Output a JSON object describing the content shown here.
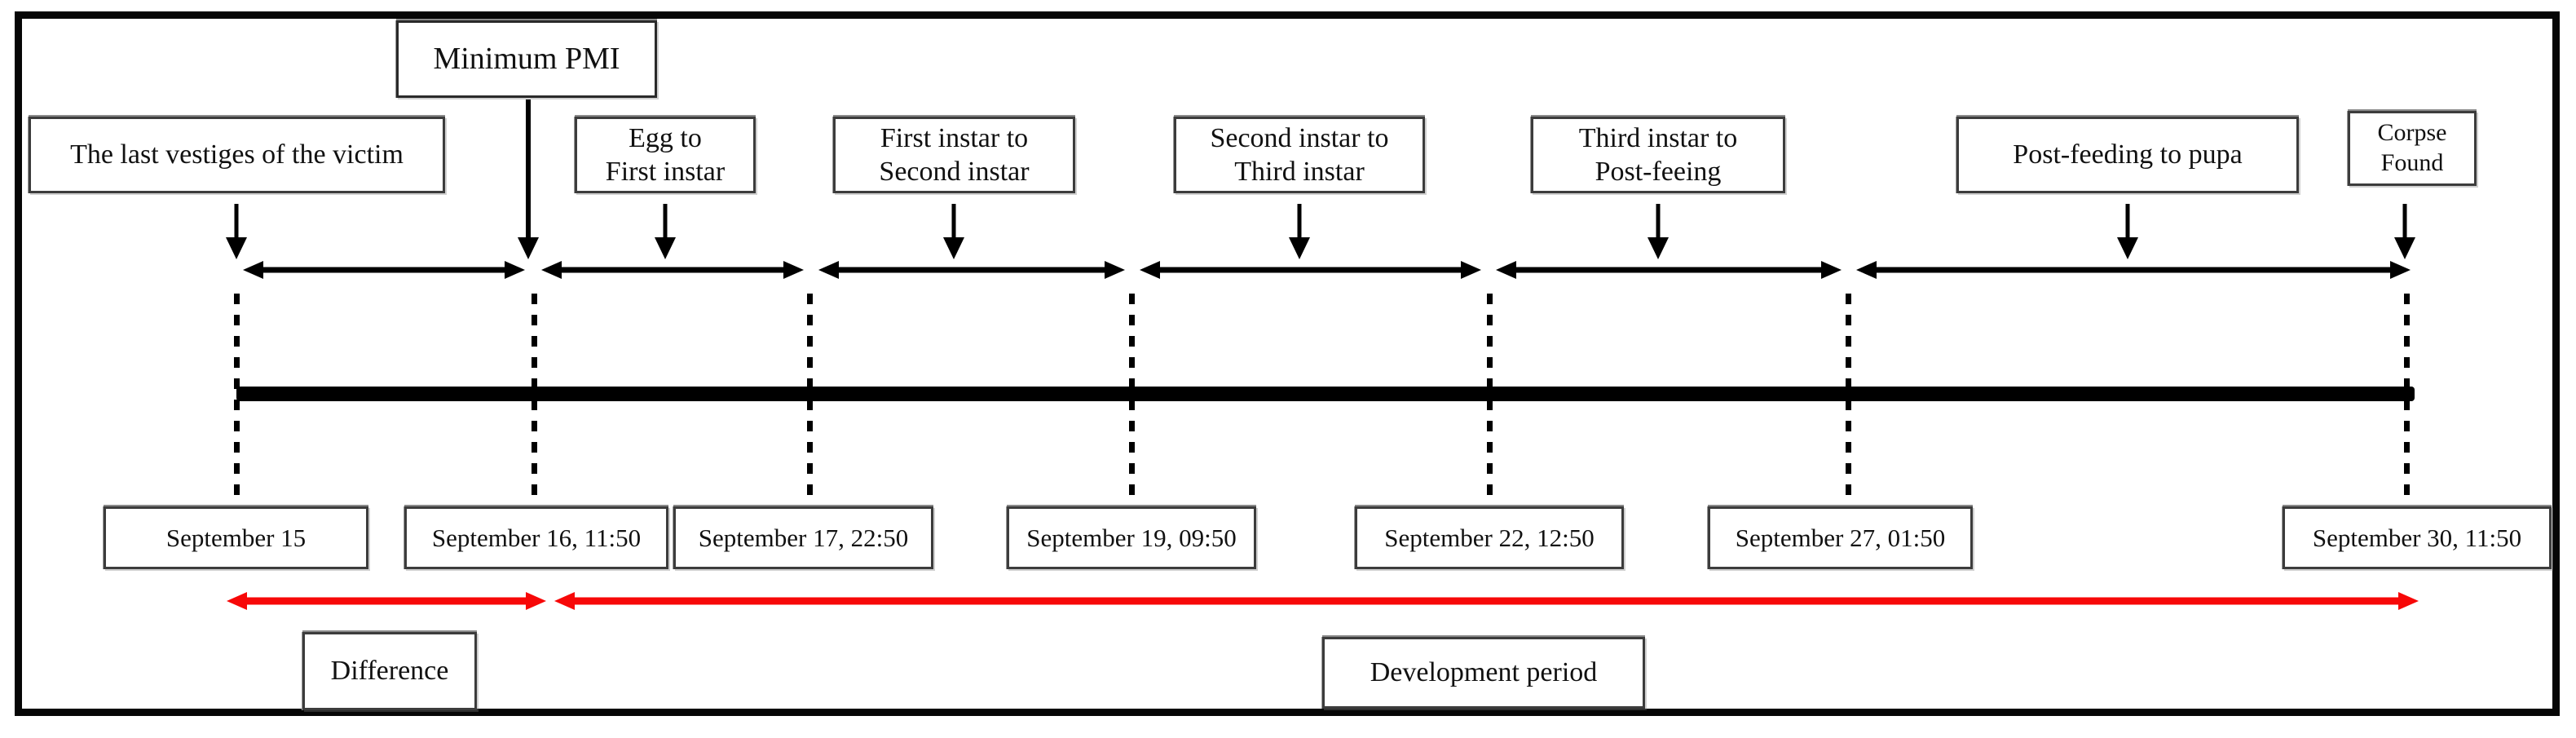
{
  "figure": {
    "type": "pmi-timeline-diagram",
    "top_label": "Minimum PMI",
    "stages": [
      {
        "lines": [
          "The last vestiges of the victim"
        ]
      },
      {
        "lines": [
          "Egg to",
          "First instar"
        ]
      },
      {
        "lines": [
          "First instar to",
          "Second instar"
        ]
      },
      {
        "lines": [
          "Second instar to",
          "Third instar"
        ]
      },
      {
        "lines": [
          "Third instar to",
          "Post-feeing"
        ]
      },
      {
        "lines": [
          "Post-feeding to pupa"
        ]
      },
      {
        "lines": [
          "Corpse",
          "Found"
        ]
      }
    ],
    "dates": [
      "September 15",
      "September 16, 11:50",
      "September 17, 22:50",
      "September 19, 09:50",
      "September 22, 12:50",
      "September 27, 01:50",
      "September 30, 11:50"
    ],
    "spans": {
      "difference": "Difference",
      "development": "Development period"
    },
    "colors": {
      "arrow_red": "#f70808",
      "line_black": "#000000"
    }
  }
}
